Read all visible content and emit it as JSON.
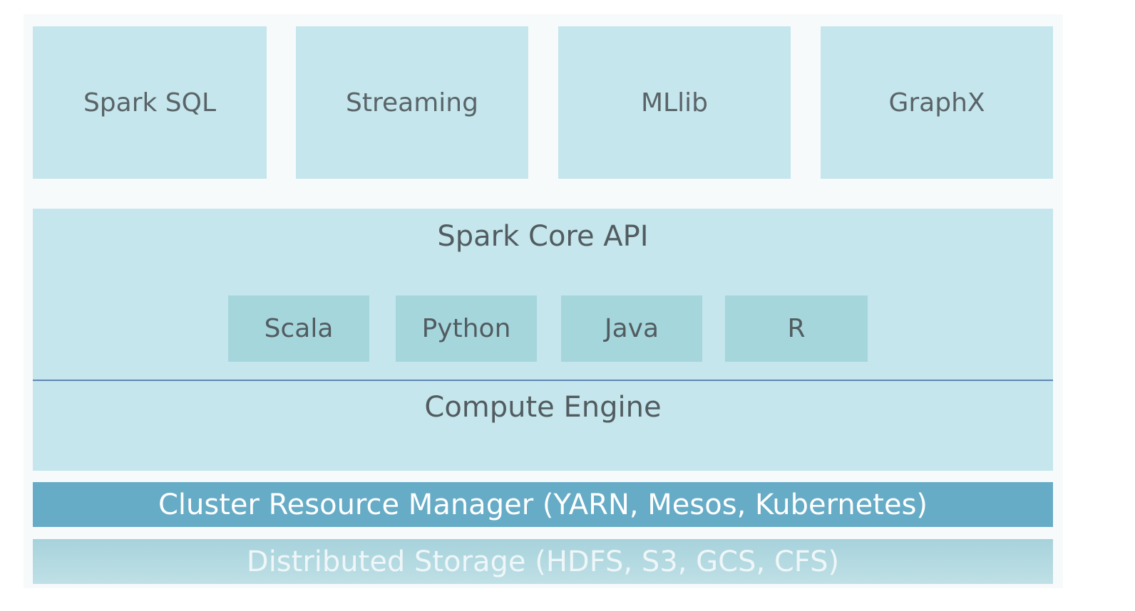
{
  "libraries": [
    "Spark SQL",
    "Streaming",
    "MLlib",
    "GraphX"
  ],
  "core": {
    "title": "Spark Core API",
    "languages": [
      "Scala",
      "Python",
      "Java",
      "R"
    ],
    "engine": "Compute Engine"
  },
  "cluster_manager": "Cluster Resource Manager (YARN, Mesos, Kubernetes)",
  "storage": "Distributed Storage (HDFS, S3, GCS, CFS)",
  "colors": {
    "box": "#c4e6ec",
    "language_box": "#a5d6dc",
    "cluster_bar": "#66acc6",
    "divider": "#5f86b4"
  }
}
